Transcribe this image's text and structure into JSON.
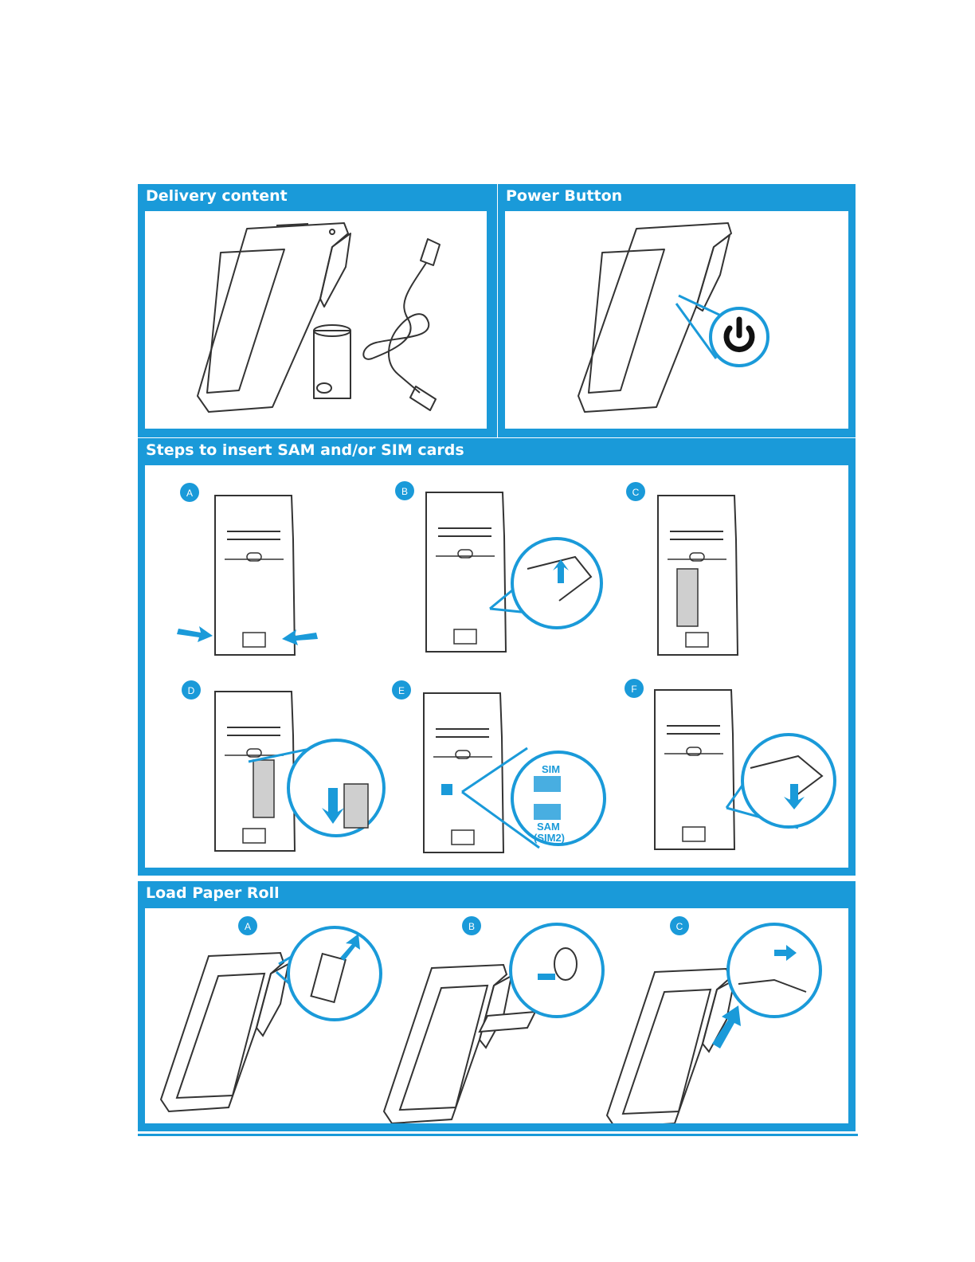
{
  "delivery": {
    "title": "Delivery content"
  },
  "power": {
    "title": "Power Button"
  },
  "sam_sim": {
    "title": "Steps to insert SAM and/or SIM cards",
    "steps": [
      "A",
      "B",
      "C",
      "D",
      "E",
      "F"
    ],
    "card_labels": {
      "sim": "SIM",
      "sam": "SAM",
      "sim2": "(SIM2)"
    }
  },
  "paper": {
    "title": "Load Paper Roll",
    "steps": [
      "A",
      "B",
      "C"
    ]
  },
  "colors": {
    "accent": "#1a9ad9",
    "line": "#333333",
    "white": "#ffffff"
  },
  "icons": [
    "power-icon",
    "arrow-icon",
    "usb-cable-icon",
    "paper-roll-icon"
  ]
}
